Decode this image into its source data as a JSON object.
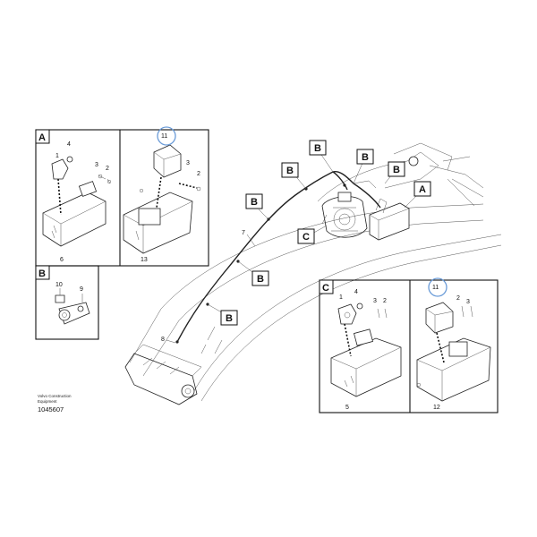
{
  "callouts": {
    "A": "A",
    "B": "B",
    "C": "C",
    "n1": "1",
    "n2": "2",
    "n3": "3",
    "n4": "4",
    "n5": "5",
    "n6": "6",
    "n7": "7",
    "n8": "8",
    "n9": "9",
    "n10": "10",
    "n11": "11",
    "n12": "12",
    "n13": "13"
  },
  "footer": {
    "brand_line1": "Volvo Construction",
    "brand_line2": "Equipment",
    "figure_number": "1045607"
  },
  "colors": {
    "highlight_circle": "#6a9bd8",
    "line": "#222222",
    "background": "#ffffff"
  }
}
